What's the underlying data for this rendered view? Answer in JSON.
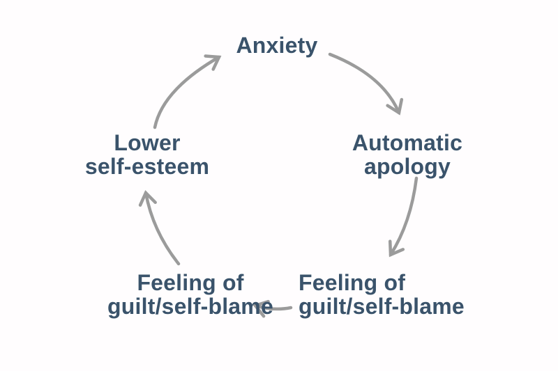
{
  "diagram": {
    "type": "cycle",
    "background_color": "#fffdfe",
    "text_color": "#3a536b",
    "arrow_color": "#9b9b9b",
    "nodes": [
      {
        "id": "anxiety",
        "label": "Anxiety",
        "position": "top"
      },
      {
        "id": "automatic-apology",
        "label": "Automatic\napology",
        "position": "right"
      },
      {
        "id": "feeling-guilt-right",
        "label": "Feeling of\nguilt/self-blame",
        "position": "bottom-right"
      },
      {
        "id": "feeling-guilt-left",
        "label": "Feeling of\nguilt/self-blame",
        "position": "bottom-left"
      },
      {
        "id": "lower-self-esteem",
        "label": "Lower\nself-esteem",
        "position": "left"
      }
    ],
    "edges": [
      {
        "from": "anxiety",
        "to": "automatic-apology"
      },
      {
        "from": "automatic-apology",
        "to": "feeling-guilt-right"
      },
      {
        "from": "feeling-guilt-right",
        "to": "feeling-guilt-left"
      },
      {
        "from": "feeling-guilt-left",
        "to": "lower-self-esteem"
      },
      {
        "from": "lower-self-esteem",
        "to": "anxiety"
      }
    ]
  }
}
